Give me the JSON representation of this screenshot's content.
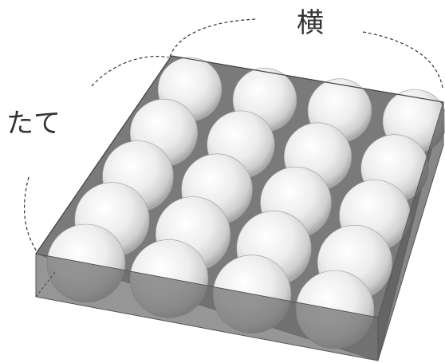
{
  "labels": {
    "vertical": "たて",
    "horizontal": "横"
  },
  "grid": {
    "columns": 4,
    "rows": 5
  },
  "colors": {
    "box_fill": "#7a7a7a",
    "box_edge": "#555555",
    "sphere_light": "#ffffff",
    "sphere_shadow": "#a8a8a8"
  }
}
